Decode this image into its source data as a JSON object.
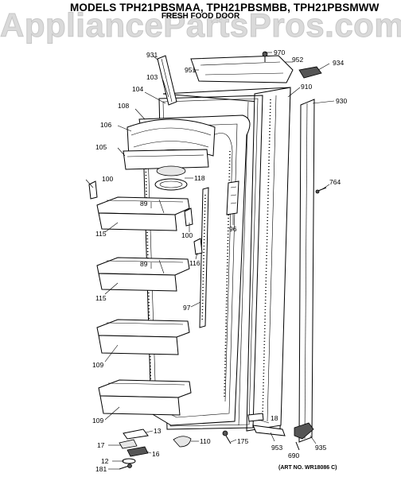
{
  "header": {
    "models": "MODELS TPH21PBSMAA, TPH21PBSMBB, TPH21PBSMWW",
    "subtitle": "FRESH FOOD DOOR",
    "watermark": "AppliancePartsPros.com"
  },
  "art_number": "(ART NO. WR18086 C)",
  "callouts": {
    "c931": "931",
    "c951": "951",
    "c970": "970",
    "c952": "952",
    "c934": "934",
    "c103": "103",
    "c104": "104",
    "c910": "910",
    "c930": "930",
    "c108": "108",
    "c106": "106",
    "c105": "105",
    "c100a": "100",
    "c118": "118",
    "c764": "764",
    "c89a": "89",
    "c115a": "115",
    "c100b": "100",
    "c96": "96",
    "c116": "116",
    "c89b": "89",
    "c115b": "115",
    "c97": "97",
    "c109a": "109",
    "c109b": "109",
    "c18": "18",
    "c13": "13",
    "c17": "17",
    "c16": "16",
    "c12": "12",
    "c181": "181",
    "c110": "110",
    "c175": "175",
    "c953": "953",
    "c935": "935",
    "c690": "690"
  }
}
